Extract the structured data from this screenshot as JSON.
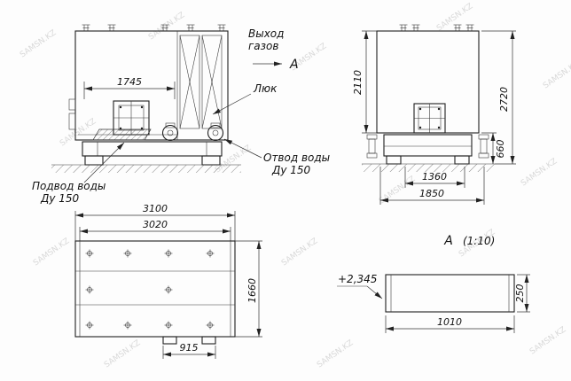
{
  "watermark": {
    "text": "SAMSN.KZ"
  },
  "front_view": {
    "dim_width": "1745",
    "gas_outlet_line1": "Выход",
    "gas_outlet_line2": "газов",
    "section_letter": "А",
    "hatch_label": "Люк",
    "water_outlet_line1": "Отвод воды",
    "water_outlet_line2": "Ду 150",
    "water_supply_line1": "Подвод воды",
    "water_supply_line2": "Ду 150"
  },
  "side_view": {
    "dim_height_body": "2110",
    "dim_height_total": "2720",
    "dim_base_height": "660",
    "dim_base_width": "1360",
    "dim_total_width": "1850"
  },
  "top_view": {
    "dim_overall": "3100",
    "dim_inner": "3020",
    "dim_depth": "1660",
    "dim_tabs": "915"
  },
  "section_view": {
    "letter": "А",
    "scale": "(1:10)",
    "elevation": "+2,345",
    "dim_height": "250",
    "dim_width": "1010"
  }
}
